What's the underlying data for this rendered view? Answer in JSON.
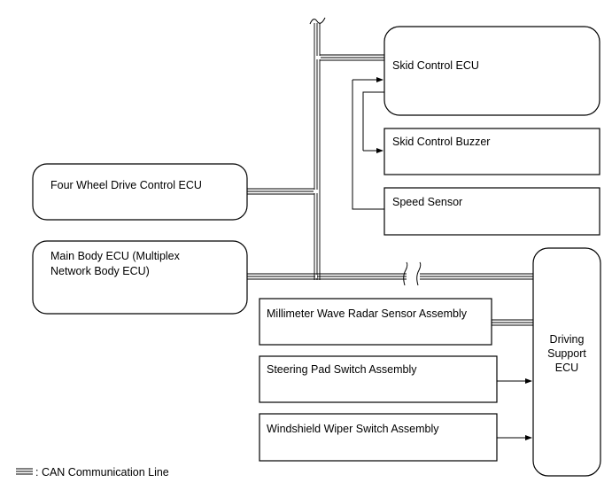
{
  "components": {
    "skid_control_ecu": "Skid Control ECU",
    "skid_control_buzzer": "Skid Control Buzzer",
    "speed_sensor": "Speed Sensor",
    "four_wheel_drive_ecu": "Four Wheel Drive Control ECU",
    "main_body_ecu_line1": "Main Body ECU (Multiplex",
    "main_body_ecu_line2": "Network Body ECU)",
    "millimeter_wave_radar": "Millimeter Wave Radar Sensor Assembly",
    "steering_pad_switch": "Steering Pad Switch Assembly",
    "windshield_wiper_switch": "Windshield Wiper Switch Assembly",
    "driving_support_ecu_line1": "Driving",
    "driving_support_ecu_line2": "Support",
    "driving_support_ecu_line3": "ECU"
  },
  "legend": {
    "can_line_label": ": CAN Communication Line"
  }
}
